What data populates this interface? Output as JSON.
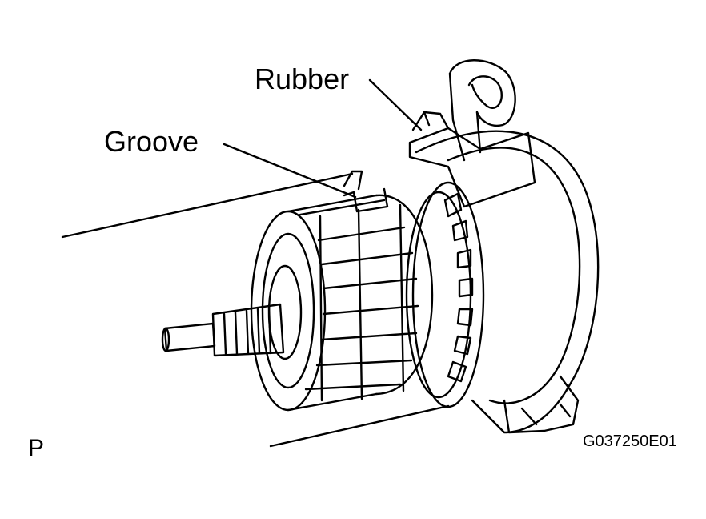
{
  "labels": {
    "rubber": "Rubber",
    "groove": "Groove",
    "view_letter": "P",
    "figure_code": "G037250E01"
  },
  "colors": {
    "ink": "#000000",
    "paper": "#ffffff"
  }
}
